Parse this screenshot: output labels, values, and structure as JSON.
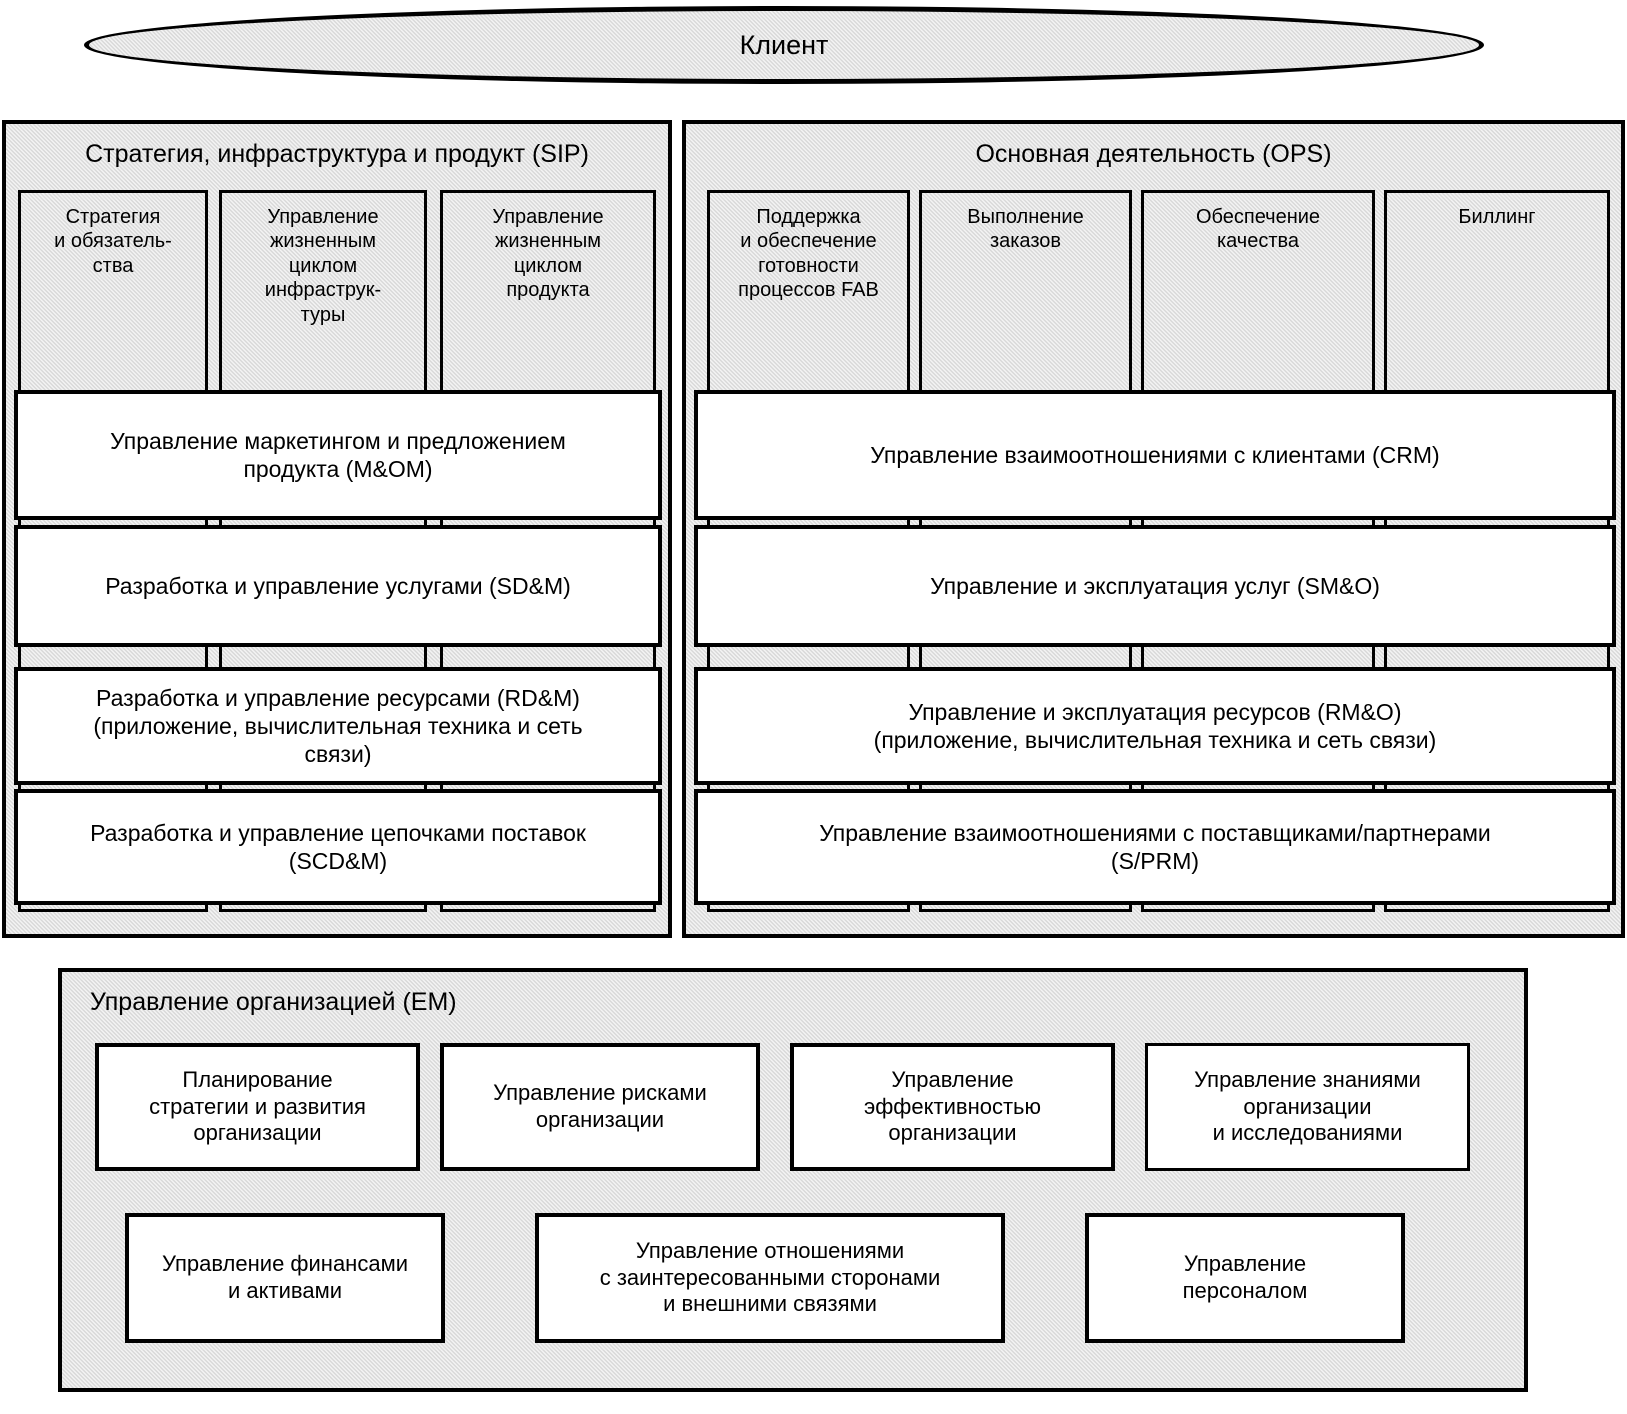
{
  "diagram": {
    "client": {
      "label": "Клиент"
    },
    "sip": {
      "title": "Стратегия, инфраструктура и продукт (SIP)",
      "columns": [
        {
          "label": "Стратегия\nи обязатель-\nства"
        },
        {
          "label": "Управление\nжизненным\nциклом\nинфраструк-\nтуры"
        },
        {
          "label": "Управление\nжизненным\nциклом\nпродукта"
        }
      ],
      "layers": [
        {
          "label": "Управление маркетингом и предложением\nпродукта (M&OM)"
        },
        {
          "label": "Разработка и управление услугами (SD&M)"
        },
        {
          "label": "Разработка и управление ресурсами (RD&M)\n(приложение, вычислительная техника и сеть\nсвязи)"
        },
        {
          "label": "Разработка и управление цепочками поставок\n(SCD&M)"
        }
      ]
    },
    "ops": {
      "title": "Основная деятельность (OPS)",
      "columns": [
        {
          "label": "Поддержка\nи обеспечение\nготовности\nпроцессов FAB"
        },
        {
          "label": "Выполнение\nзаказов"
        },
        {
          "label": "Обеспечение\nкачества"
        },
        {
          "label": "Биллинг"
        }
      ],
      "layers": [
        {
          "label": "Управление взаимоотношениями с клиентами (CRM)"
        },
        {
          "label": "Управление и эксплуатация услуг (SM&O)"
        },
        {
          "label": "Управление и эксплуатация ресурсов (RM&O)\n(приложение, вычислительная техника и сеть связи)"
        },
        {
          "label": "Управление взаимоотношениями с поставщиками/партнерами\n(S/PRM)"
        }
      ]
    },
    "em": {
      "title": "Управление организацией (EM)",
      "row1": [
        {
          "label": "Планирование\nстратегии и развития\nорганизации",
          "highlighted": false
        },
        {
          "label": "Управление рисками\nорганизации",
          "highlighted": false
        },
        {
          "label": "Управление\nэффективностью\nорганизации",
          "highlighted": false
        },
        {
          "label": "Управление знаниями\nорганизации\nи исследованиями",
          "highlighted": true
        }
      ],
      "row2": [
        {
          "label": "Управление финансами\nи активами",
          "highlighted": false
        },
        {
          "label": "Управление отношениями\nс заинтересованными сторонами\nи внешними связями",
          "highlighted": false
        },
        {
          "label": "Управление\nперсоналом",
          "highlighted": false
        }
      ]
    },
    "colors": {
      "stroke": "#000000",
      "frame_fill": "#d9d9d9",
      "layer_fill": "#ffffff",
      "highlight_fill": "#6e6e6e"
    }
  }
}
